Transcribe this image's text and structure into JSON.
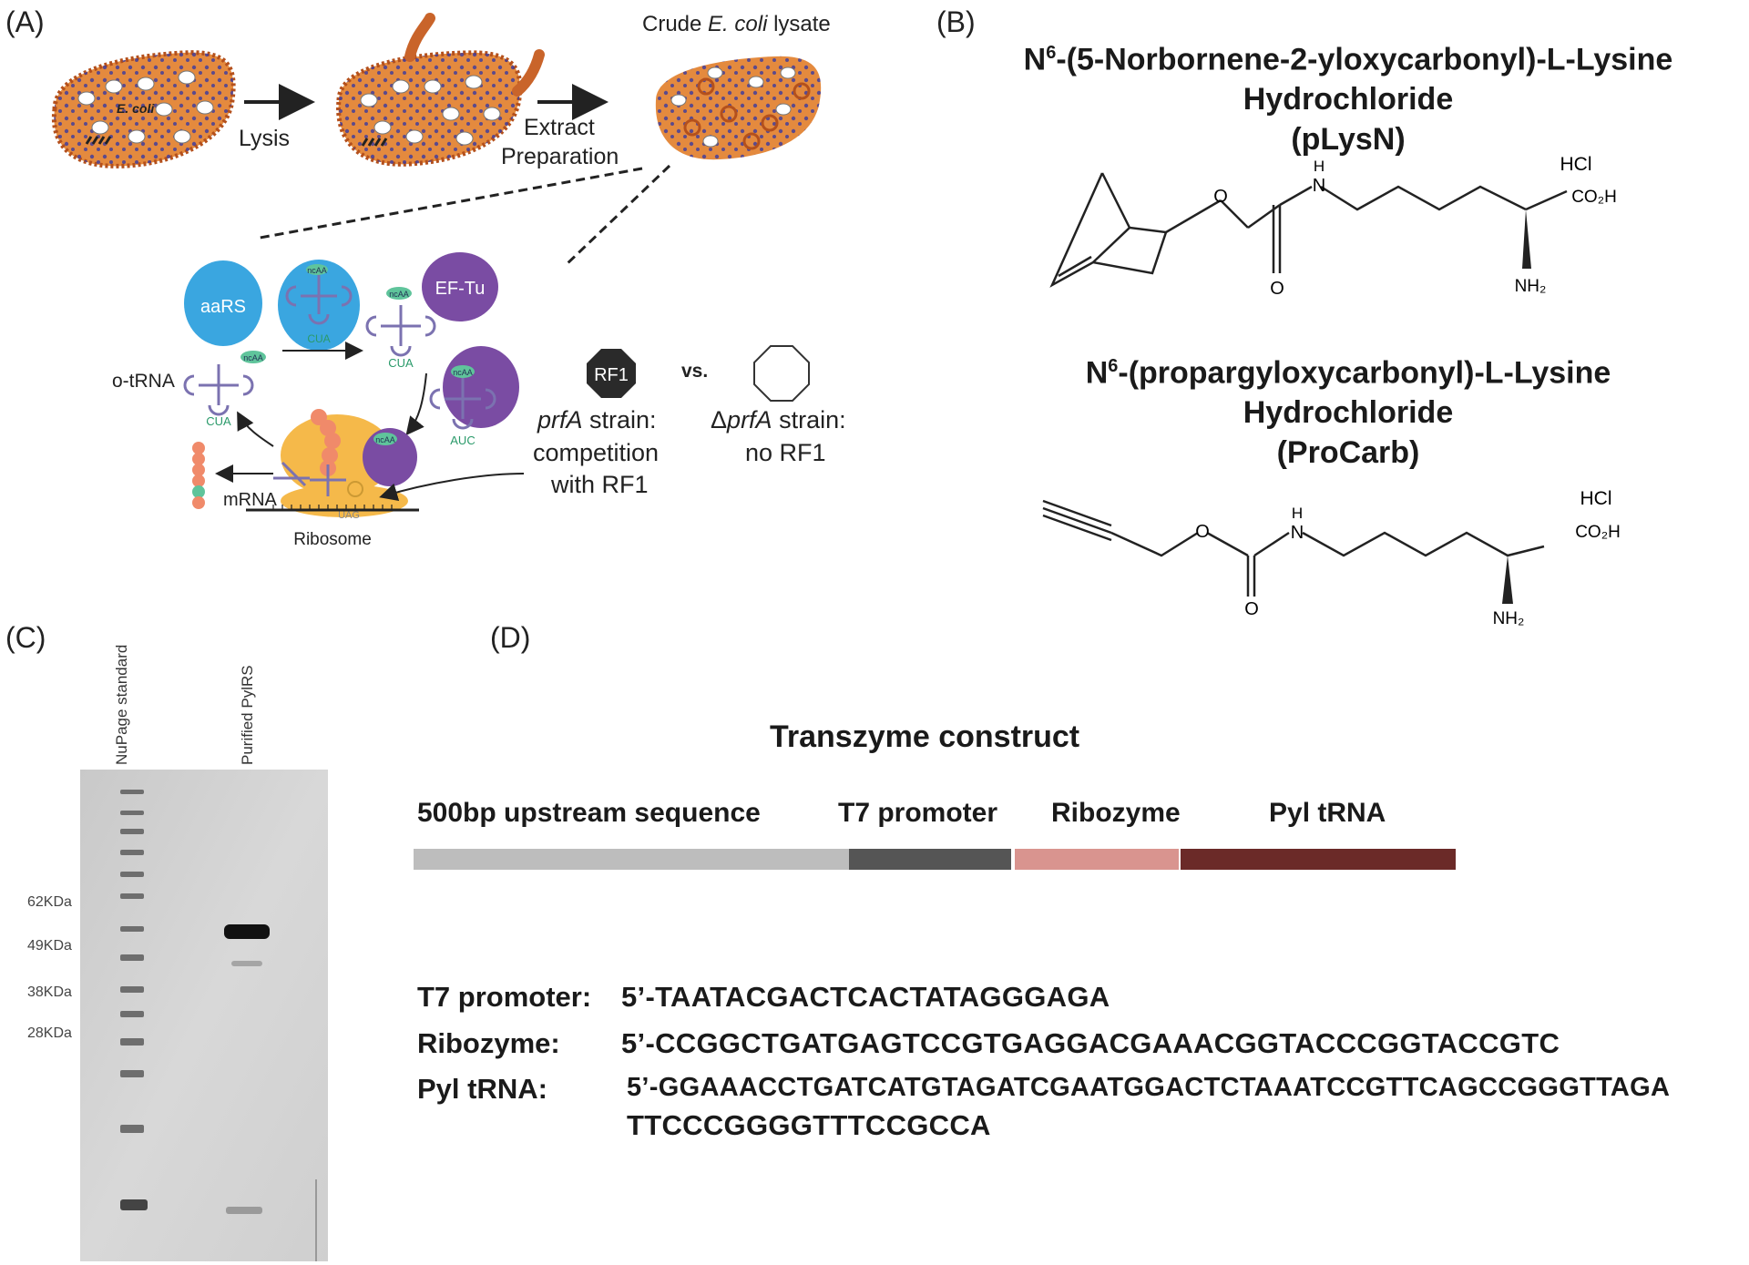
{
  "panels": {
    "a": "(A)",
    "b": "(B)",
    "c": "(C)",
    "d": "(D)"
  },
  "panel_a": {
    "cell_label": "E. coli",
    "lysis": "Lysis",
    "extract_1": "Extract",
    "extract_2": "Preparation",
    "lysate_prefix": "Crude ",
    "lysate_italic": "E. coli",
    "lysate_suffix": " lysate",
    "aars": "aaRS",
    "eftu": "EF-Tu",
    "otrna": "o-tRNA",
    "ncaa": "ncAA",
    "anticodon_cua": "CUA",
    "codon_auc": "AUC",
    "codon_uag": "UAG",
    "mrna": "mRNA",
    "ribosome": "Ribosome",
    "rf1": "RF1",
    "vs": "vs.",
    "prfa_italic": "prfA",
    "strain_1": " strain:",
    "strain_1b": "competition",
    "strain_1c": "with RF1",
    "delta": "Δ",
    "prfa2_italic": "prfA",
    "strain_2": " strain:",
    "strain_2b": "no RF1"
  },
  "panel_b": {
    "c1_sup": "6",
    "c1_line1": "-(5-Norbornene-2-yloxycarbonyl)-L-Lysine",
    "c1_line2": "Hydrochloride",
    "c1_line3": "(pLysN)",
    "c2_sup": "6",
    "c2_line1": "-(propargyloxycarbonyl)-L-Lysine",
    "c2_line2": "Hydrochloride",
    "c2_line3": "(ProCarb)",
    "n_letter": "N",
    "hcl": "HCl",
    "o": "O",
    "h": "H",
    "n": "N",
    "co2h": "CO₂H",
    "nh2": "NH₂"
  },
  "panel_c": {
    "lane1": "NuPage standard",
    "lane2": "Purified PylRS",
    "markers": [
      "62KDa",
      "49KDa",
      "38KDa",
      "28KDa"
    ]
  },
  "panel_d": {
    "title": "Transzyme construct",
    "segments": [
      {
        "label": "500bp upstream sequence",
        "color": "#bdbdbd"
      },
      {
        "label": "T7 promoter",
        "color": "#555555"
      },
      {
        "label": "Ribozyme",
        "color": "#d9948f"
      },
      {
        "label": "Pyl tRNA",
        "color": "#6b2a28"
      }
    ],
    "sequences": [
      {
        "label": "T7 promoter:",
        "seq": "5’-TAATACGACTCACTATAGGGAGA"
      },
      {
        "label": "Ribozyme:",
        "seq": "5’-CCGGCTGATGAGTCCGTGAGGACGAAACGGTACCCGGTACCGTC"
      },
      {
        "label": "Pyl tRNA:",
        "seq": "5’-GGAAACCTGATCATGTAGATCGAATGGACTCTAAATCCGTTCAGCCGGGTTAGA",
        "seq2": "TTCCCGGGGTTTCCGCCA"
      }
    ]
  },
  "colors": {
    "cell_orange": "#e48a3e",
    "cell_border": "#b4501c",
    "aars_blue": "#3aa6e0",
    "eftu_purple": "#7a4ca3",
    "trna_purple": "#7b72b0",
    "ncaa_green": "#5fc49b",
    "ribosome": "#f5b94a"
  }
}
